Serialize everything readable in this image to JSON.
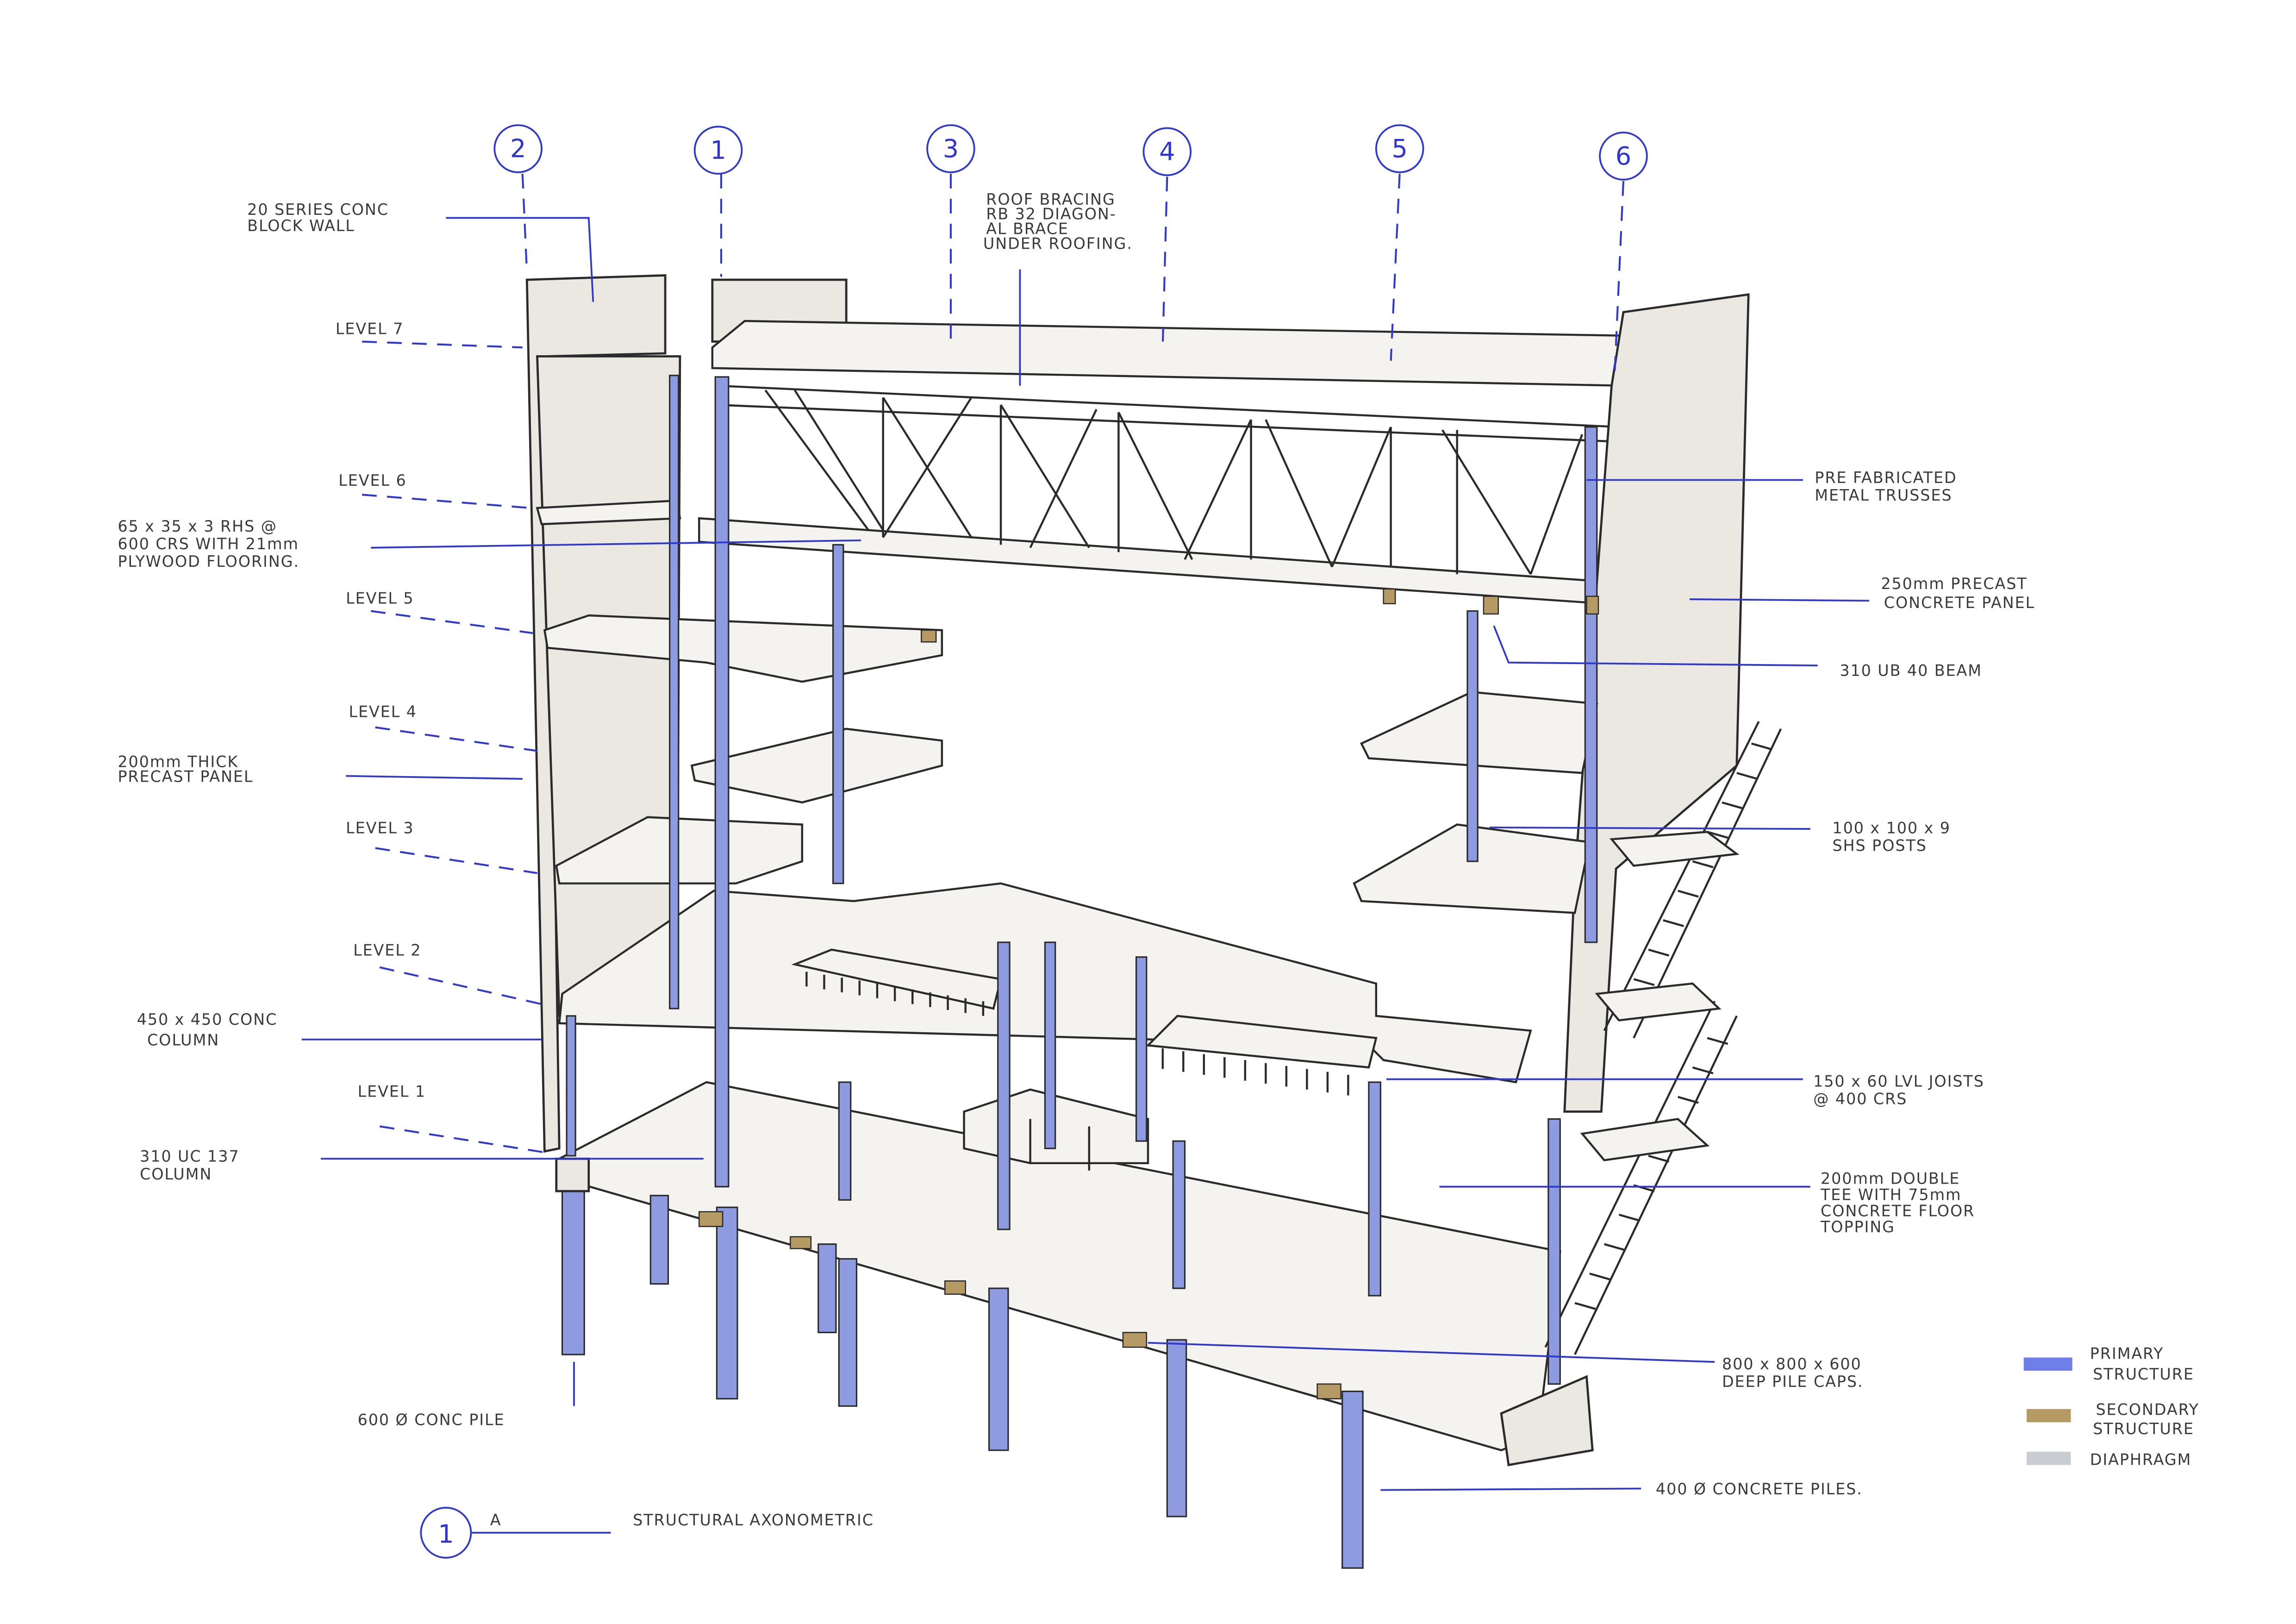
{
  "grid_bubbles": [
    "2",
    "1",
    "3",
    "4",
    "5",
    "6"
  ],
  "annotations_left": {
    "block_wall": [
      "20 SERIES CONC",
      "BLOCK WALL"
    ],
    "level_7": "LEVEL 7",
    "level_6": "LEVEL 6",
    "rhs_flooring": [
      "65 x 35 x 3 RHS @",
      "600 CRS WITH 21mm",
      "PLYWOOD FLOORING."
    ],
    "level_5": "LEVEL 5",
    "level_4": "LEVEL 4",
    "precast_200": [
      "200mm THICK",
      "PRECAST PANEL"
    ],
    "level_3": "LEVEL 3",
    "level_2": "LEVEL 2",
    "conc_column": [
      "450 x 450 CONC",
      "COLUMN"
    ],
    "level_1": "LEVEL 1",
    "uc_column": [
      "310 UC 137",
      "COLUMN"
    ],
    "conc_pile": "600 Ø CONC PILE"
  },
  "annotations_top": {
    "roof_bracing": [
      "ROOF BRACING",
      "RB 32 DIAGON-",
      "AL BRACE",
      "UNDER ROOFING."
    ]
  },
  "annotations_right": {
    "trusses": [
      "PRE FABRICATED",
      "METAL TRUSSES"
    ],
    "precast_250": [
      "250mm PRECAST",
      "CONCRETE PANEL"
    ],
    "ub_beam": "310 UB 40 BEAM",
    "shs_posts": [
      "100 x 100 x 9",
      "SHS POSTS"
    ],
    "lvl_joists": [
      "150 x 60 LVL JOISTS",
      "@ 400 CRS"
    ],
    "double_tee": [
      "200mm DOUBLE",
      "TEE WITH 75mm",
      "CONCRETE FLOOR",
      "TOPPING"
    ],
    "pile_caps": [
      "800 x 800 x 600",
      "DEEP PILE CAPS."
    ],
    "concrete_piles": "400 Ø CONCRETE PILES."
  },
  "legend": [
    {
      "label": [
        "PRIMARY",
        "STRUCTURE"
      ],
      "color": "#6f7fea"
    },
    {
      "label": [
        "SECONDARY",
        "STRUCTURE"
      ],
      "color": "#b59a63"
    },
    {
      "label": [
        "DIAPHRAGM"
      ],
      "color": "#c9ccd0"
    }
  ],
  "title": {
    "number": "1",
    "sheet": "A",
    "text": "STRUCTURAL AXONOMETRIC"
  },
  "colors": {
    "leader": "#3139c9",
    "ink": "#2b2b2b"
  }
}
